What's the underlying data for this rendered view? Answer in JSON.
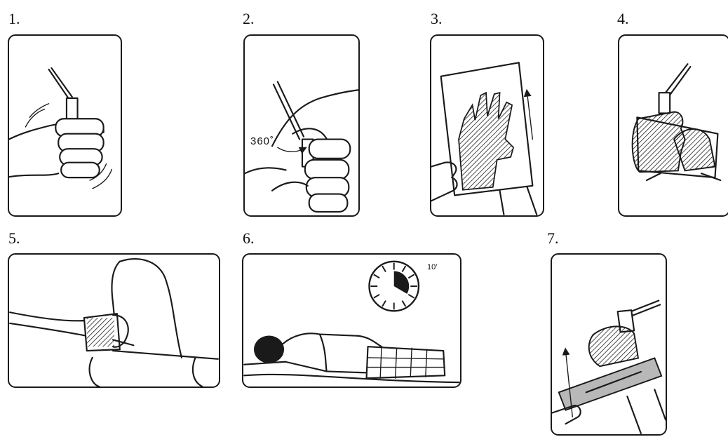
{
  "steps": [
    {
      "label": "1."
    },
    {
      "label": "2.",
      "rotation_label": "360˚"
    },
    {
      "label": "3."
    },
    {
      "label": "4."
    },
    {
      "label": "5."
    },
    {
      "label": "6.",
      "timer_label": "10′"
    },
    {
      "label": "7."
    }
  ]
}
